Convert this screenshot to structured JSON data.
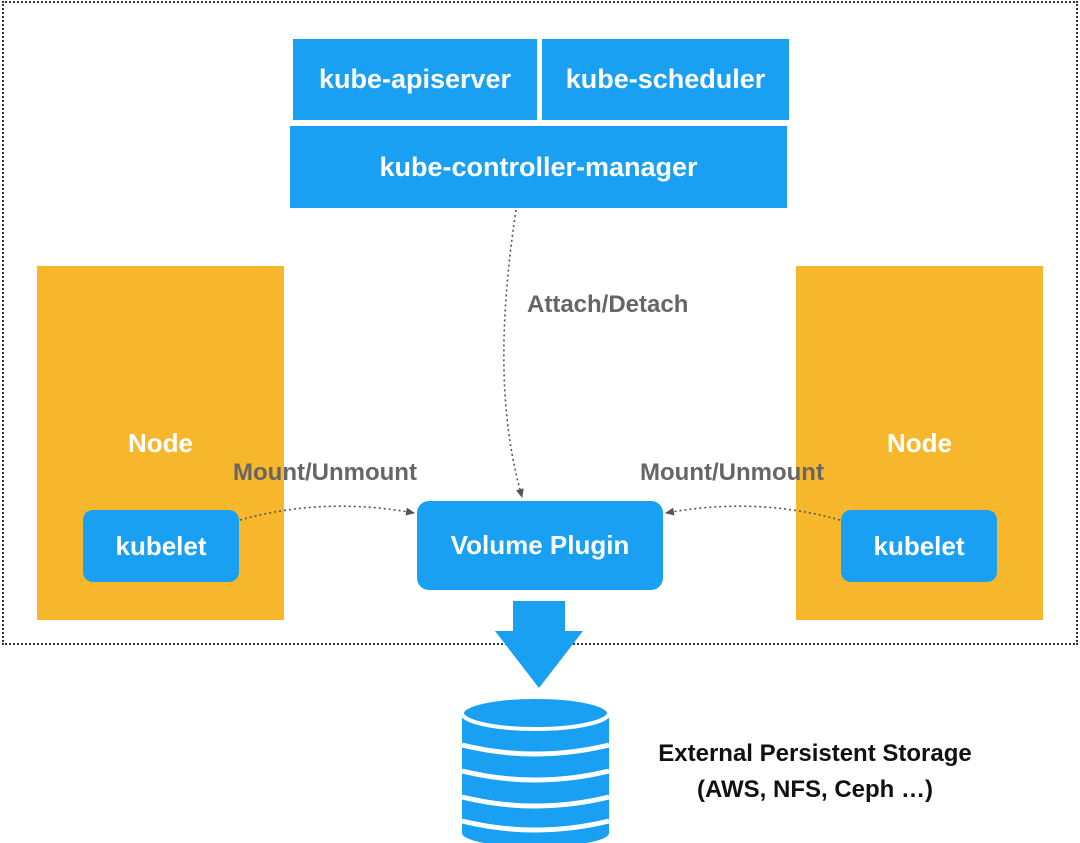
{
  "control_plane": {
    "apiserver": "kube-apiserver",
    "scheduler": "kube-scheduler",
    "controller_manager": "kube-controller-manager"
  },
  "edges": {
    "attach_detach": "Attach/Detach",
    "mount_left": "Mount/Unmount",
    "mount_right": "Mount/Unmount"
  },
  "nodes": {
    "left": {
      "label": "Node",
      "kubelet": "kubelet"
    },
    "right": {
      "label": "Node",
      "kubelet": "kubelet"
    }
  },
  "volume_plugin": "Volume Plugin",
  "storage": {
    "line1": "External Persistent Storage",
    "line2": "(AWS, NFS, Ceph …)"
  },
  "colors": {
    "blue": "#1aa0f2",
    "orange": "#f6b72c",
    "label_gray": "#666666"
  }
}
